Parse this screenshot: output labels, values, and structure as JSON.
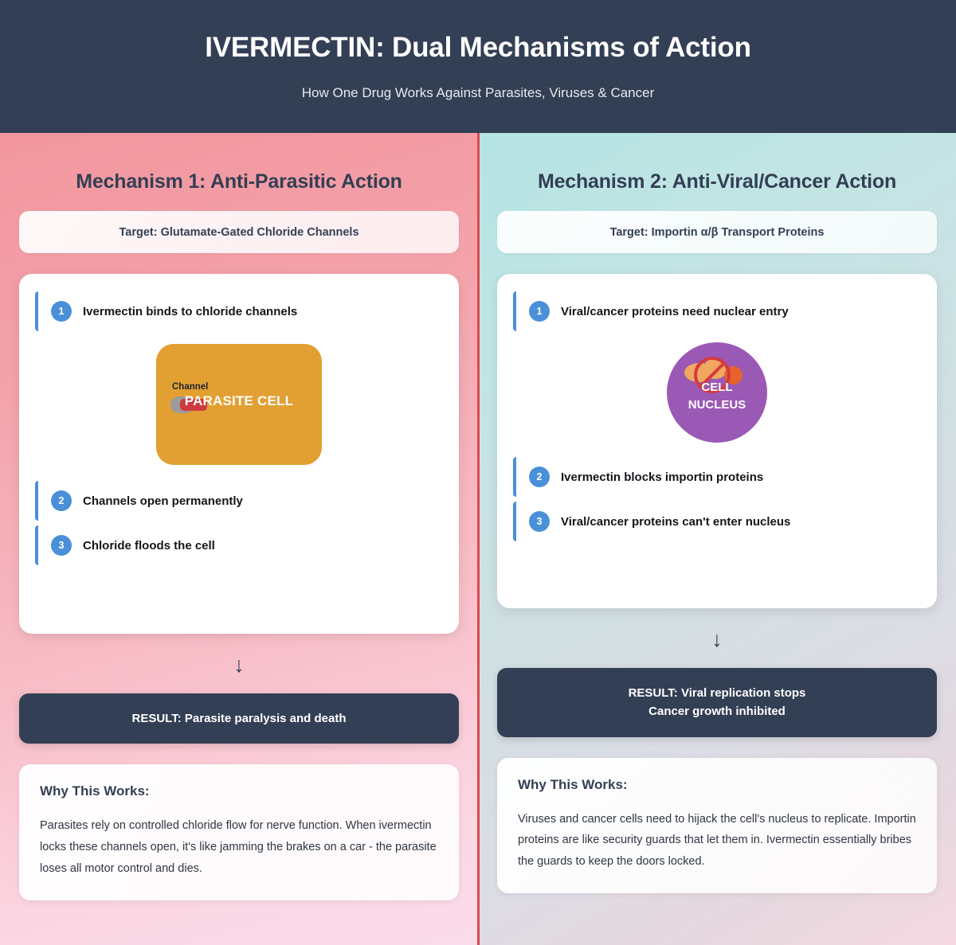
{
  "header": {
    "title": "IVERMECTIN: Dual Mechanisms of Action",
    "subtitle": "How One Drug Works Against Parasites, Viruses & Cancer"
  },
  "colors": {
    "header_bg": "#333f54",
    "divider": "#d94a4f",
    "step_accent": "#4a90d9",
    "parasite_cell": "#e2a033",
    "nucleus": "#9b59b6",
    "result_bg": "#333f54",
    "blocked_icon": "#d33a3f"
  },
  "panels": [
    {
      "id": "mechanism-1",
      "title": "Mechanism 1: Anti-Parasitic Action",
      "target": "Target: Glutamate-Gated Chloride Channels",
      "steps": [
        {
          "num": "1",
          "text": "Ivermectin binds to chloride channels"
        },
        {
          "num": "2",
          "text": "Channels open permanently"
        },
        {
          "num": "3",
          "text": "Chloride floods the cell"
        }
      ],
      "graphic": {
        "kind": "parasite-cell",
        "channel_label": "Channel",
        "caption": "PARASITE CELL"
      },
      "arrow": "↓",
      "result": "RESULT: Parasite paralysis and death",
      "why_title": "Why This Works:",
      "why_text": "Parasites rely on controlled chloride flow for nerve function. When ivermectin locks these channels open, it's like jamming the brakes on a car - the parasite loses all motor control and dies."
    },
    {
      "id": "mechanism-2",
      "title": "Mechanism 2: Anti-Viral/Cancer Action",
      "target": "Target: Importin α/β Transport Proteins",
      "steps": [
        {
          "num": "1",
          "text": "Viral/cancer proteins need nuclear entry"
        },
        {
          "num": "2",
          "text": "Ivermectin blocks importin proteins"
        },
        {
          "num": "3",
          "text": "Viral/cancer proteins can't enter nucleus"
        }
      ],
      "graphic": {
        "kind": "cell-nucleus",
        "label_line1": "CELL",
        "label_line2": "NUCLEUS"
      },
      "arrow": "↓",
      "result_line1": "RESULT: Viral replication stops",
      "result_line2": "Cancer growth inhibited",
      "why_title": "Why This Works:",
      "why_text": "Viruses and cancer cells need to hijack the cell's nucleus to replicate. Importin proteins are like security guards that let them in. Ivermectin essentially bribes the guards to keep the doors locked."
    }
  ]
}
